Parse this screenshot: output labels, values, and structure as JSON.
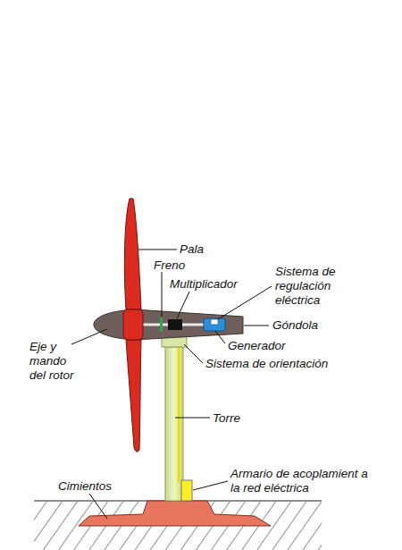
{
  "diagram": {
    "labels": [
      "Pala",
      "Freno",
      "Multiplicador",
      "Sistema de regulación eléctrica",
      "Góndola",
      "Generador",
      "Sistema de orientación",
      "Eje y mando del rotor",
      "Torre",
      "Armario de acoplamient a la red eléctrica",
      "Cimientos"
    ]
  }
}
